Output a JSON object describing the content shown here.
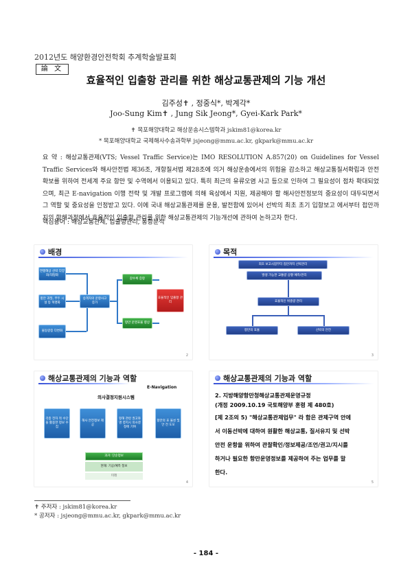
{
  "header": {
    "conference": "2012년도 해양환경안전학회 추계학술발표회",
    "paper_tag": "論 文",
    "title": "효율적인 입출항 관리를 위한 해상교통관제의 기능 개선",
    "authors_kr": "김주성✝ , 정중식*, 박계각*",
    "authors_en": "Joo-Sung Kim✝ , Jung Sik Jeong*, Gyei-Kark Park*",
    "affiliation_1": "✝ 목포해양대학교 해상운송시스템학과 jskim81@korea.kr",
    "affiliation_2": "* 목포해양대학교 국제해사수송과학부 jsjeong@mmu.ac.kr, gkpark@mmu.ac.kr"
  },
  "abstract": {
    "text": "요 약 : 해상교통관제(VTS; Vessel Traffic Service)는 IMO RESOLUTION A.857(20) on Guidelines for Vessel Traffic Services와 해사안전법 제36조, 개항질서법 제28조에 의거 해상운송에서의 위험을 감소하고 해상교통질서확립과 안전확보를 위하여 전세계 주요 항만 및 수역에서 이용되고 있다. 특히 최근의 유류오염 사고 등으로 인하여 그 필요성이 점차 확대되었으며, 최근 E-navigation 이행 전략 및 개발 프로그램에 의해 육상에서 지원, 제공해야 할 해사안전정보의 중요성이 대두되면서 그 역할 및 중요성을 인정받고 있다. 이에 국내 해상교통관제를 운용, 발전함에 있어서 선박의 최초 초기 입항보고 에서부터 접안까지의 항해과정에서 효율적인 입출항 관리를 위한 해상교통관제의 기능개선에 관하여 논하고자 한다.",
    "keywords": "핵심용어 : 해상교통관제, 입출항관리, 통항분석"
  },
  "slides": {
    "s1": {
      "title": "배경",
      "num": "2",
      "boxes": [
        "연평해상 선박 다양화/대형화",
        "항만 과밀, 무두 시설 등 혁명화",
        "물동량증 다변화",
        "승객자의 운항사고 증가",
        "갈수록 증항",
        "항만 운영효율 향상",
        "효율적인 입출항 관리"
      ]
    },
    "s2": {
      "title": "목적",
      "num": "3",
      "boxes": [
        "최초 보고시점부터 접안까지 선박관리",
        "발생 가능한 교통량 상황 예측/관리",
        "효율적인 위충량 관리",
        "항만의 효율",
        "선박의 안전"
      ]
    },
    "s3": {
      "title": "해상교통관제의 기능과 역할",
      "num": "4",
      "enav": "E-Navigation",
      "decision": "의사결정지원시스템",
      "boxes": [
        "각종 전자 적 수단을 활용한 정보 수집",
        "해사 안전정보 제공",
        "항해 관련 권고와 명 령지시 의사결정에 기여",
        "항만의 효 율성 및 안 전 도모"
      ],
      "pyramid": [
        "과거: 단순정보",
        "현재: 기공/예측 정보",
        "미래"
      ]
    },
    "s4": {
      "title": "해상교통관제의 기능과 역할",
      "num": "5",
      "lines": [
        "2. 지방해양항만청해상교통관제운영규정",
        "(개정 2009.10.19 국토해양부 훈령 제 480호)",
        "[제 2조의 5) \"해상교통관제업무\" 라 함은 관제구역 안에",
        "서 이동선박에 대하여 원활한 해상교통, 질서유지 및 선박",
        "안전 운항을 위하여 관찰확인/정보제공/조언/권고/지시를",
        "하거나 필요한 항만운영정보를 제공하여 주는 업무를 말",
        "한다."
      ]
    }
  },
  "footnotes": {
    "f1": "✝ 주저자 : jskim81@korea.kr",
    "f2": "* 공저자 : jsjeong@mmu.ac.kr, gkpark@mmu.ac.kr"
  },
  "page_number": "- 184 -"
}
